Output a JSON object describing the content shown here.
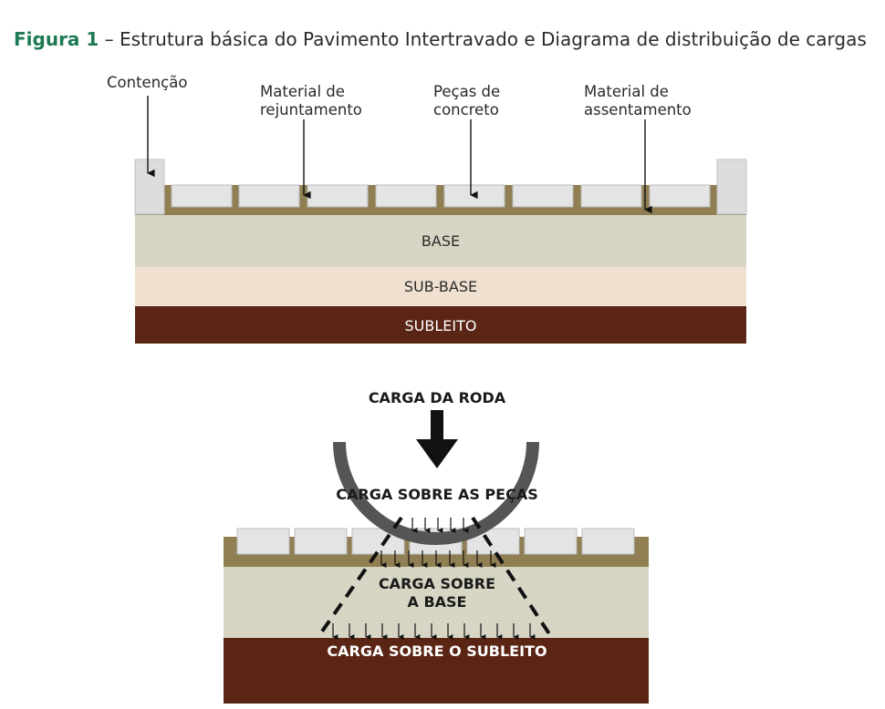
{
  "caption": {
    "number": "Figura 1",
    "dash": " – ",
    "text": "Estrutura básica do Pavimento Intertravado e Diagrama de distribuição de cargas"
  },
  "labels": {
    "contencao": "Contenção",
    "rejuntamento_1": "Material de",
    "rejuntamento_2": "rejuntamento",
    "pecas_1": "Peças de",
    "pecas_2": "concreto",
    "assentamento_1": "Material de",
    "assentamento_2": "assentamento"
  },
  "layers": {
    "base": "BASE",
    "sub_base": "SUB-BASE",
    "subleito": "SUBLEITO"
  },
  "load_diagram": {
    "carga_roda": "CARGA DA RODA",
    "carga_pecas": "CARGA SOBRE AS PEÇAS",
    "carga_base_1": "CARGA SOBRE",
    "carga_base_2": "A BASE",
    "carga_subleito": "CARGA SOBRE O SUBLEITO"
  },
  "colors": {
    "caption_accent": "#1e7a52",
    "sand": "#8f7f52",
    "base": "#d7d6c4",
    "sub_base": "#efe0d0",
    "subleito": "#5a2515",
    "block": "#e4e4e4",
    "curb": "#dcdcdc"
  }
}
